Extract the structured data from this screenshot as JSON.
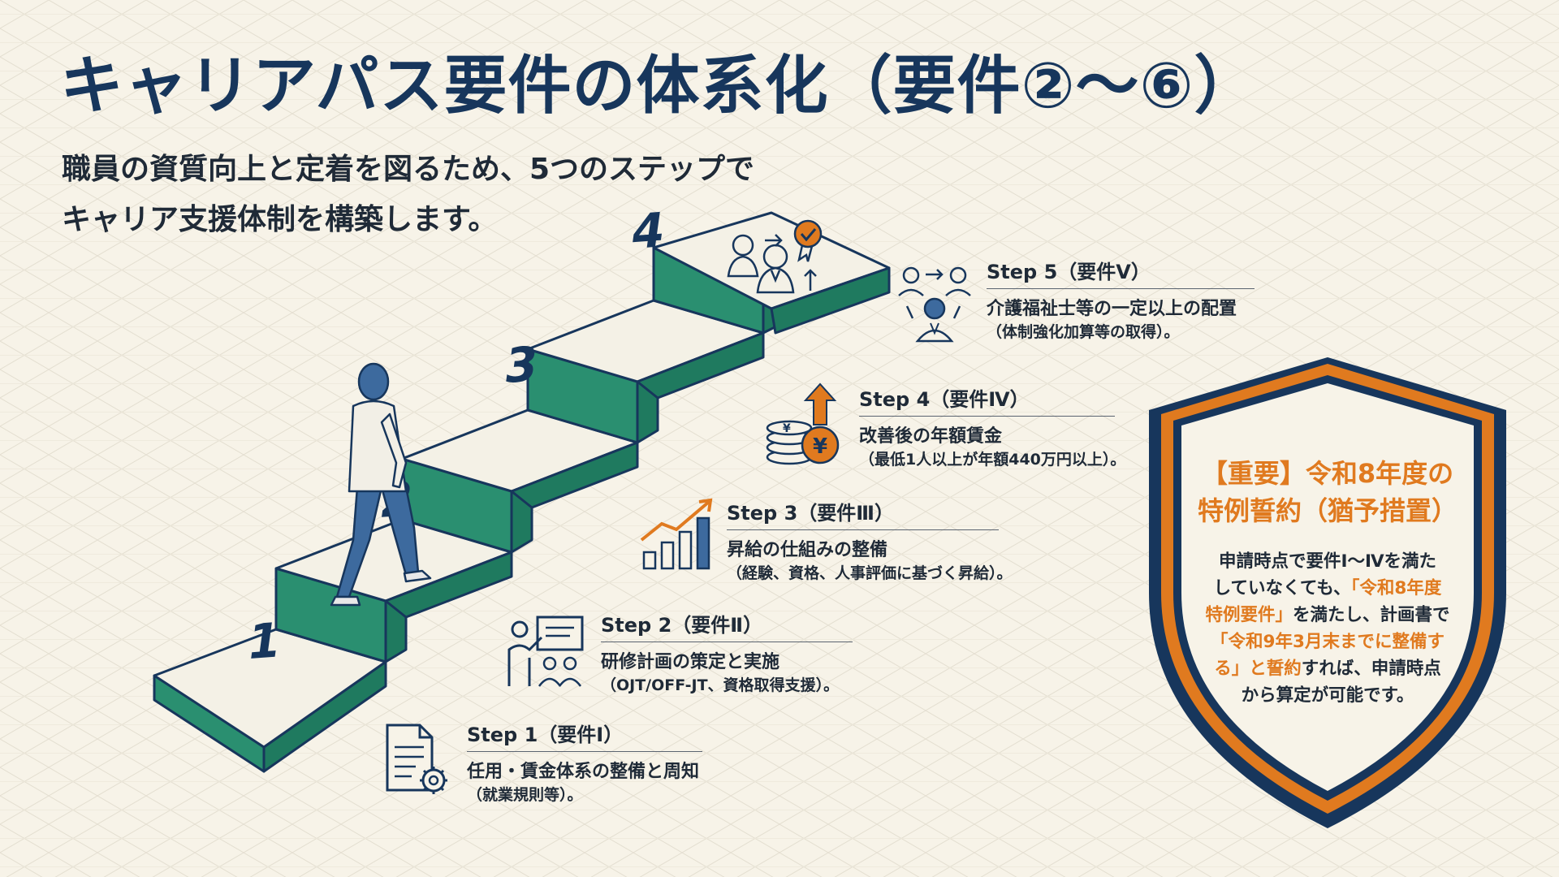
{
  "title": "キャリアパス要件の体系化（要件②〜⑥）",
  "subtitle": {
    "line1": "職員の資質向上と定着を図るため、5つのステップで",
    "line2": "キャリア支援体制を構築します。"
  },
  "colors": {
    "navy": "#17365c",
    "teal": "#2a8f70",
    "orange": "#e07a1f",
    "background": "#f7f3e8"
  },
  "stairs": {
    "numbers": [
      "1",
      "2",
      "3",
      "4"
    ]
  },
  "steps": [
    {
      "title": "Step 1（要件Ⅰ）",
      "desc": "任用・賃金体系の整備と周知",
      "note": "（就業規則等）。",
      "icon": "document-gear-icon"
    },
    {
      "title": "Step 2（要件Ⅱ）",
      "desc": "研修計画の策定と実施",
      "note": "（OJT/OFF-JT、資格取得支援）。",
      "icon": "training-presentation-icon"
    },
    {
      "title": "Step 3（要件Ⅲ）",
      "desc": "昇給の仕組みの整備",
      "note": "（経験、資格、人事評価に基づく昇給）。",
      "icon": "growth-bar-chart-icon"
    },
    {
      "title": "Step 4（要件Ⅳ）",
      "desc": "改善後の年額賃金",
      "note": "（最低1人以上が年額440万円以上）。",
      "icon": "yen-coins-icon"
    },
    {
      "title": "Step 5（要件Ⅴ）",
      "desc": "介護福祉士等の一定以上の配置",
      "note": "（体制強化加算等の取得）。",
      "icon": "staff-placement-icon"
    }
  ],
  "shield": {
    "title_line1": "【重要】令和8年度の",
    "title_line2": "特例誓約（猶予措置）",
    "body": {
      "l1": "申請時点で要件Ⅰ〜Ⅳを満た",
      "l2a": "していなくても、",
      "l2b": "「令和8年度",
      "l3a": "特例要件」",
      "l3b": "を満たし、計画書で",
      "l4": "「令和9年3月末までに整備す",
      "l5a": "る」と誓約",
      "l5b": "すれば、申請時点",
      "l6": "から算定が可能です。"
    }
  }
}
